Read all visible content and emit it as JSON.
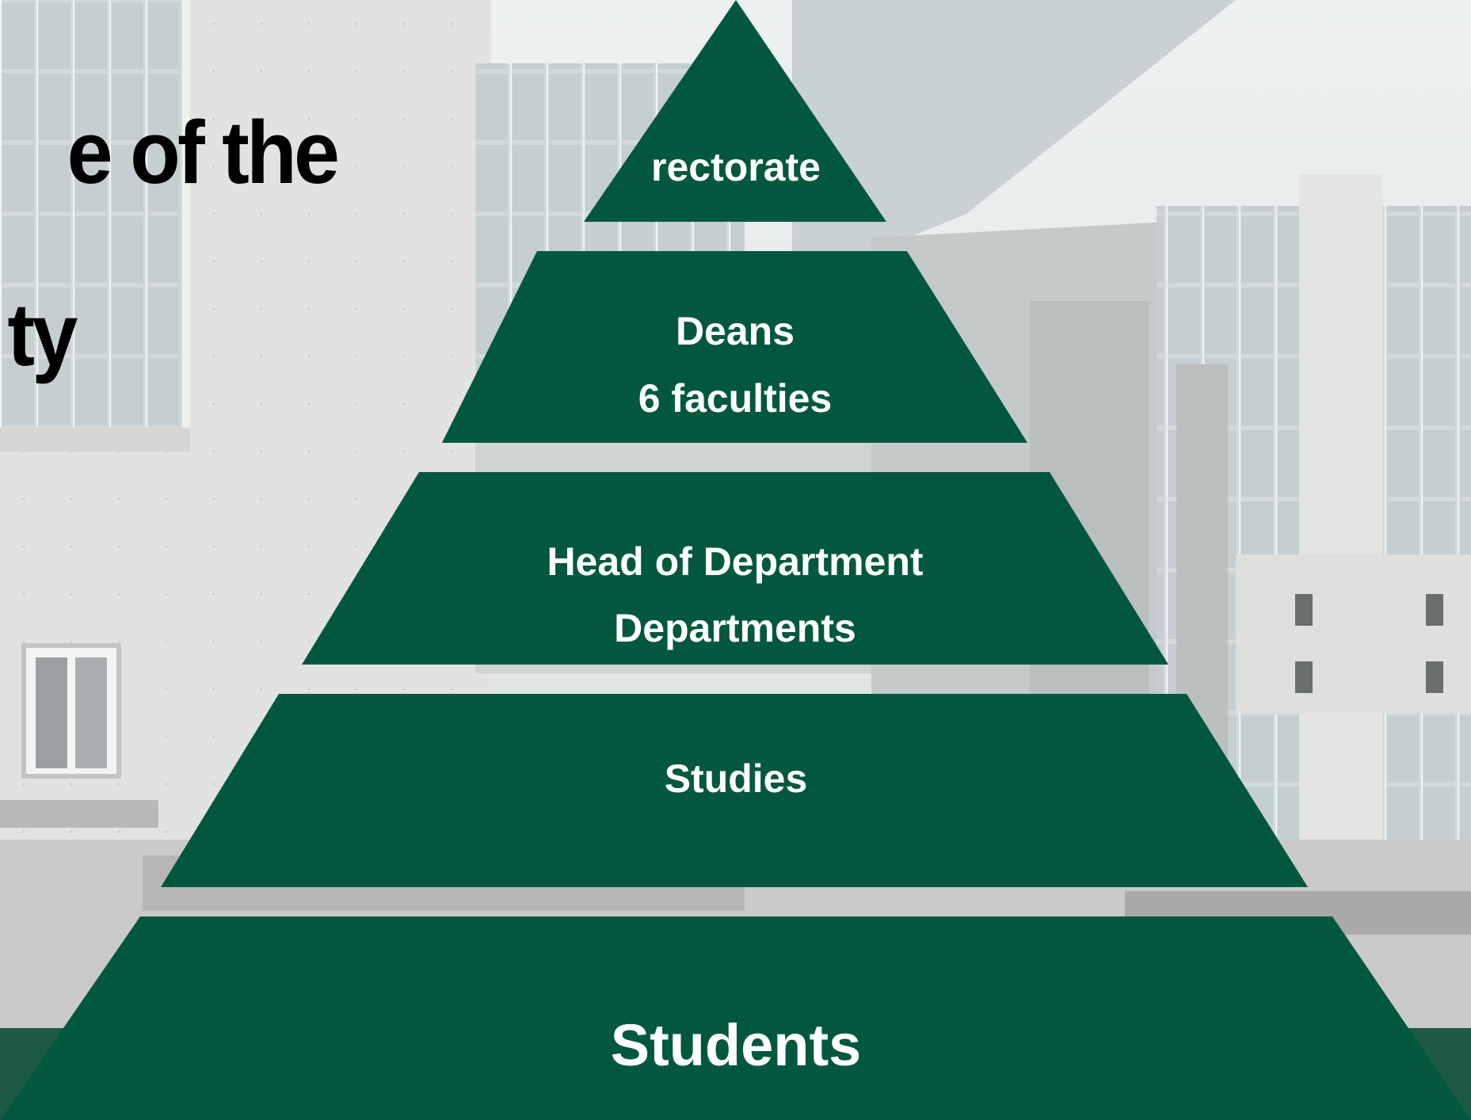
{
  "heading": {
    "line1": "e of the",
    "line2": "ty"
  },
  "pyramid": {
    "fill_color": "#02583f",
    "tiers": [
      {
        "lines": [
          "rectorate"
        ]
      },
      {
        "lines": [
          "Deans",
          "6 faculties"
        ]
      },
      {
        "lines": [
          "Head of Department",
          "Departments"
        ]
      },
      {
        "lines": [
          "Studies"
        ]
      },
      {
        "lines": [
          "Students"
        ]
      }
    ]
  },
  "colors": {
    "background_photo": "#e1e1df",
    "footer_band": "#1e5a43"
  }
}
